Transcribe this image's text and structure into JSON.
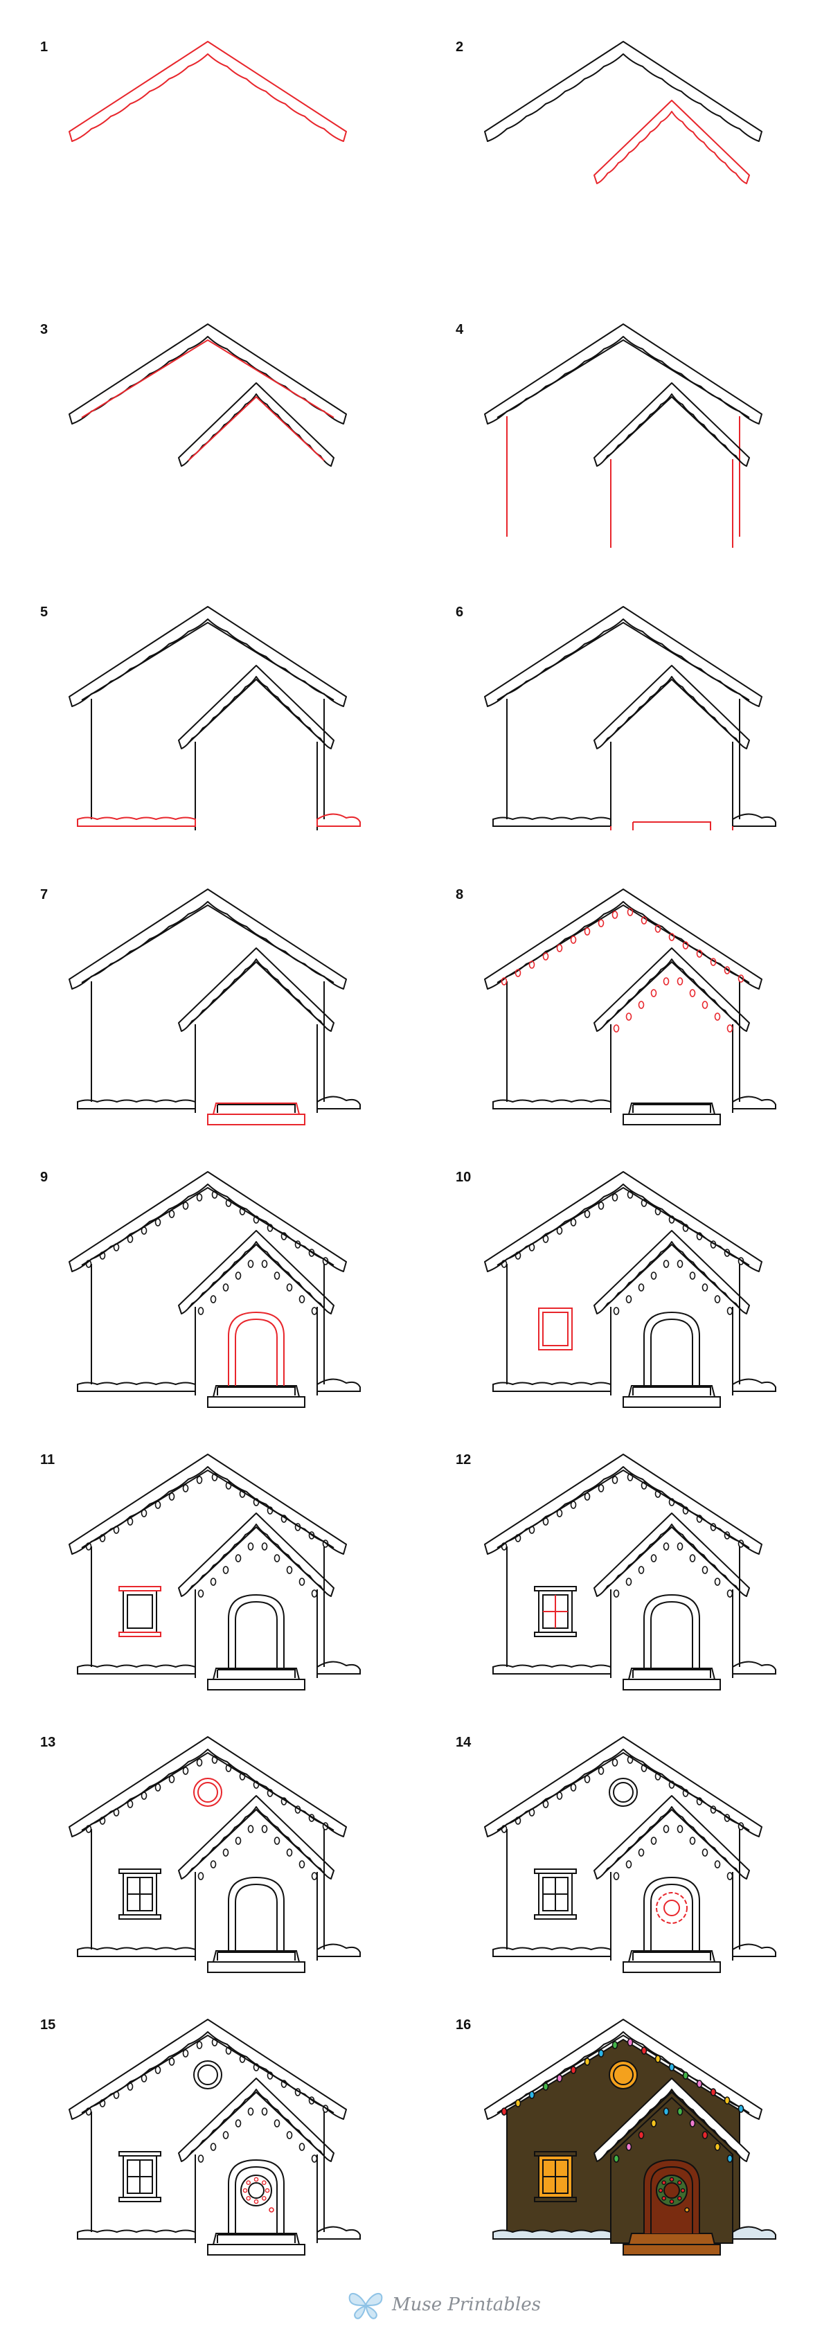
{
  "steps": [
    {
      "number": "1"
    },
    {
      "number": "2"
    },
    {
      "number": "3"
    },
    {
      "number": "4"
    },
    {
      "number": "5"
    },
    {
      "number": "6"
    },
    {
      "number": "7"
    },
    {
      "number": "8"
    },
    {
      "number": "9"
    },
    {
      "number": "10"
    },
    {
      "number": "11"
    },
    {
      "number": "12"
    },
    {
      "number": "13"
    },
    {
      "number": "14"
    },
    {
      "number": "15"
    },
    {
      "number": "16"
    }
  ],
  "footer": {
    "logo_text": "Muse Printables"
  },
  "colors": {
    "line": "#111111",
    "new_line": "#e8262c",
    "house_brown": "#4a3a1e",
    "snow": "#ffffff",
    "snow_shadow": "#d9e6ee",
    "window_glow": "#f4a11d",
    "door_brown": "#7a2c10",
    "step_brown": "#a65a1a",
    "wreath_green": "#3f6a2e",
    "light_colors": [
      "#e8262c",
      "#f4c21d",
      "#2bb5e8",
      "#43b649",
      "#f07bd0"
    ],
    "logo_blue": "#8fc3e6"
  }
}
